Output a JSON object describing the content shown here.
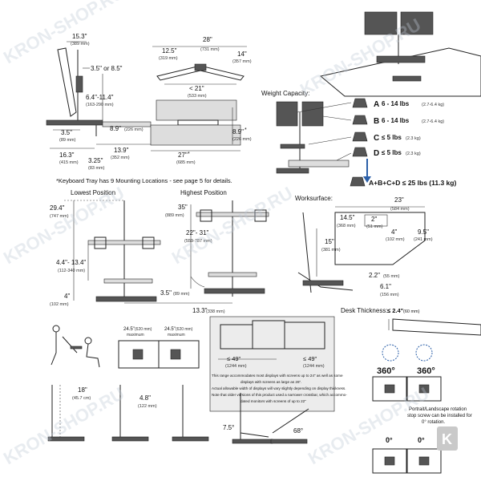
{
  "watermark": "KRON-SHOP.RU",
  "badge": "K",
  "side_view": {
    "d153": "15.3\"",
    "d153m": "(389 mm)",
    "d35": "3.5\" or 8.5\"",
    "d64": "6.4\"-11.4\"",
    "d64m": "(163-290 mm)",
    "d35b": "3.5\"",
    "d35bm": "(89 mm)",
    "d89": "8.9\"",
    "d89m": "(226 mm)",
    "d163": "16.3\"",
    "d163m": "(415 mm)",
    "d139": "13.9\"",
    "d139m": "(352 mm)",
    "d325": "3.25\"",
    "d325m": "(83 mm)"
  },
  "top_view": {
    "d125": "12.5\"",
    "d125m": "(319 mm)",
    "d28": "28\"",
    "d28m": "(731 mm)",
    "d14": "14\"",
    "d14m": "(357 mm)",
    "d21": "< 21\"",
    "d21m": "(533 mm)",
    "d89": "8.9\"",
    "d89s": "*",
    "d89m": "(226 mm)",
    "d27": "27\"",
    "d27s": "*",
    "d27m": "(685 mm)"
  },
  "keyboard_note": "*Keyboard Tray has 9 Mounting Locations - see page 5 for details.",
  "weight": {
    "title": "Weight Capacity:",
    "items": [
      {
        "letter": "A",
        "text": "6 - 14 lbs",
        "metric": "(2.7-6.4 kg)"
      },
      {
        "letter": "B",
        "text": "6 - 14 lbs",
        "metric": "(2.7-6.4 kg)"
      },
      {
        "letter": "C",
        "text": "≤ 5 lbs",
        "metric": "(2.3 kg)"
      },
      {
        "letter": "D",
        "text": "≤ 5 lbs",
        "metric": "(2.3 kg)"
      }
    ],
    "total": "A+B+C+D ≤ 25 lbs (11.3 kg)"
  },
  "lowest": {
    "title": "Lowest Position",
    "d294": "29.4\"",
    "d294m": "(747 mm)",
    "d44": "4.4\"- 13.4\"",
    "d44m": "(112-340 mm)",
    "d4": "4\"",
    "d4m": "(102 mm)"
  },
  "highest": {
    "title": "Highest Position",
    "d35": "35\"",
    "d35m": "(889 mm)",
    "d22": "22\"- 31\"",
    "d22m": "(559-787 mm)",
    "d35b": "3.5\"",
    "d35bm": "(89 mm)",
    "d133": "13.3\"",
    "d133m": "(338 mm)"
  },
  "worksurface": {
    "title": "Worksurface:",
    "d23": "23\"",
    "d23m": "(584 mm)",
    "d145": "14.5\"",
    "d145m": "(368 mm)",
    "d2": "2\"",
    "d2m": "(51 mm)",
    "d4": "4\"",
    "d4m": "(102 mm)",
    "d95": "9.5\"",
    "d95m": "(241 mm)",
    "d15": "15\"",
    "d15m": "(381 mm)",
    "d22": "2.2\"",
    "d22m": "(55 mm)",
    "d61": "6.1\"",
    "d61m": "(156 mm)"
  },
  "desk": {
    "title": "Desk Thickness:",
    "value": "≤ 2.4\"",
    "metric": "(60 mm)"
  },
  "displays": {
    "w1": "24.5\"",
    "w1m": "(620 mm)",
    "w1s": "maximum",
    "w2": "24.5\"",
    "w2m": "(620 mm)",
    "w2s": "maximum",
    "d49a": "≤ 49\"",
    "d49am": "(1244 mm)",
    "d49b": "≤ 49\"",
    "d49bm": "(1244 mm)",
    "note1": "This range accommodates most displays with screens up to 24\" as well as some",
    "note2": "displays with screens as large as 26\".",
    "note3": "Actual allowable width of displays will vary slightly depending on display thickness.",
    "note4": "Note that older versions of this product used a narrower crossbar, which accommo-",
    "note5": "dated monitors with screens of up to 22\""
  },
  "bottom": {
    "d18": "18\"",
    "d18m": "(45.7 cm)",
    "d48": "4.8\"",
    "d48m": "(122 mm)",
    "d75": "7.5°",
    "d68": "68°"
  },
  "rotation": {
    "r1": "360°",
    "r2": "360°",
    "n1": "Portrait/Landscape rotation",
    "n2": "stop screw can be installed for",
    "n3": "0° rotation.",
    "z1": "0°",
    "z2": "0°"
  }
}
